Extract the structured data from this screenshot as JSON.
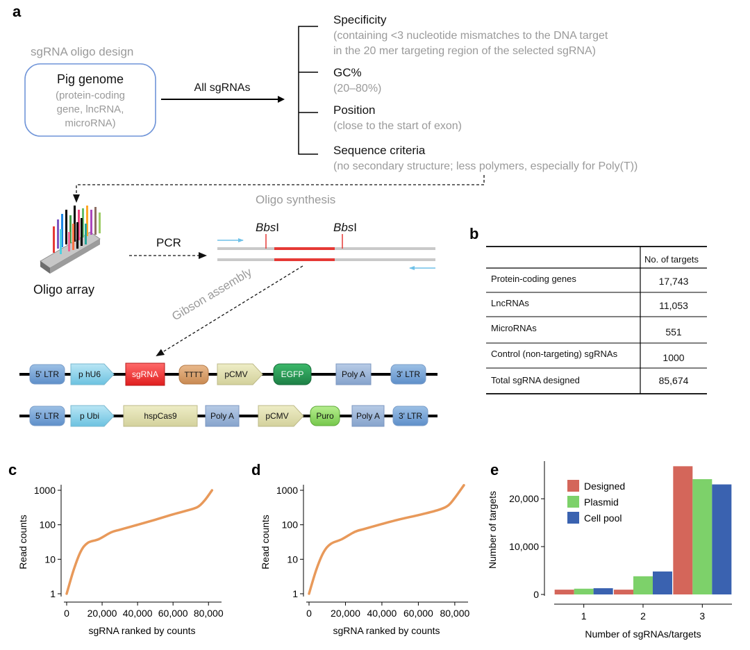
{
  "panel_labels": {
    "a": "a",
    "b": "b",
    "c": "c",
    "d": "d",
    "e": "e"
  },
  "panel_a": {
    "section_title": "sgRNA oligo design",
    "genome_title": "Pig genome",
    "genome_sub": [
      "(protein-coding",
      "gene, lncRNA,",
      "microRNA)"
    ],
    "arrow_label": "All sgRNAs",
    "criteria": [
      {
        "title": "Specificity",
        "detail": [
          "(containing <3 nucleotide mismatches to the DNA target",
          "in the 20 mer targeting region of the selected sgRNA)"
        ]
      },
      {
        "title": "GC%",
        "detail": [
          "(20–80%)"
        ]
      },
      {
        "title": "Position",
        "detail": [
          "(close to the start of exon)"
        ]
      },
      {
        "title": "Sequence criteria",
        "detail": [
          "(no secondary structure; less polymers, especially for Poly(T))"
        ]
      }
    ],
    "oligo_synthesis": "Oligo synthesis",
    "oligo_array": "Oligo array",
    "pcr": "PCR",
    "bbs_italic": "Bbs",
    "bbs_roman": "I",
    "gibson": "Gibson assembly",
    "vector1": [
      "5' LTR",
      "p hU6",
      "sgRNA",
      "TTTT",
      "pCMV",
      "EGFP",
      "Poly A",
      "3' LTR"
    ],
    "vector2": [
      "5' LTR",
      "p Ubi",
      "hspCas9",
      "Poly A",
      "pCMV",
      "Puro",
      "Poly A",
      "3' LTR"
    ]
  },
  "panel_b": {
    "header": [
      "",
      "No. of targets"
    ],
    "rows": [
      [
        "Protein-coding genes",
        "17,743"
      ],
      [
        "LncRNAs",
        "11,053"
      ],
      [
        "MicroRNAs",
        "551"
      ],
      [
        "Control (non-targeting) sgRNAs",
        "1000"
      ],
      [
        "Total sgRNA designed",
        "85,674"
      ]
    ]
  },
  "chart_data": [
    {
      "type": "line",
      "panel": "c",
      "xlabel": "sgRNA ranked by counts",
      "ylabel": "Read counts",
      "yscale": "log",
      "xticks": [
        "0",
        "20,000",
        "40,000",
        "60,000",
        "80,000"
      ],
      "yticks": [
        "1",
        "10",
        "100",
        "1000"
      ],
      "xlim": [
        0,
        85000
      ],
      "ylim": [
        1,
        1000
      ],
      "color": "#E8995A",
      "series": [
        {
          "x": [
            0,
            4000,
            8000,
            12000,
            18000,
            25000,
            30000,
            40000,
            50000,
            60000,
            68000,
            74000,
            78000,
            82000
          ],
          "y": [
            1,
            5,
            17,
            30,
            38,
            60,
            72,
            100,
            140,
            200,
            260,
            330,
            520,
            1000
          ]
        }
      ]
    },
    {
      "type": "line",
      "panel": "d",
      "xlabel": "sgRNA ranked by counts",
      "ylabel": "Read counts",
      "yscale": "log",
      "xticks": [
        "0",
        "20,000",
        "40,000",
        "60,000",
        "80,000"
      ],
      "yticks": [
        "1",
        "10",
        "100",
        "1000"
      ],
      "xlim": [
        0,
        85000
      ],
      "ylim": [
        1,
        1000
      ],
      "color": "#E8995A",
      "series": [
        {
          "x": [
            0,
            4000,
            8000,
            12000,
            18000,
            25000,
            30000,
            40000,
            50000,
            60000,
            70000,
            76000,
            80000,
            85000
          ],
          "y": [
            1,
            5,
            16,
            28,
            38,
            62,
            75,
            105,
            145,
            190,
            260,
            350,
            600,
            1400
          ]
        }
      ]
    },
    {
      "type": "bar",
      "panel": "e",
      "categories": [
        "1",
        "2",
        "3"
      ],
      "xlabel": "Number of sgRNAs/targets",
      "ylabel": "Number of targets",
      "yticks": [
        "0",
        "10,000",
        "20,000"
      ],
      "ylim": [
        0,
        27000
      ],
      "legend_position": "top-left",
      "series": [
        {
          "name": "Designed",
          "color": "#D4665A",
          "values": [
            1000,
            1000,
            26800
          ]
        },
        {
          "name": "Plasmid",
          "color": "#7DD16A",
          "values": [
            1200,
            3800,
            24100
          ]
        },
        {
          "name": "Cell pool",
          "color": "#3A62B0",
          "values": [
            1300,
            4800,
            23000
          ]
        }
      ]
    }
  ]
}
